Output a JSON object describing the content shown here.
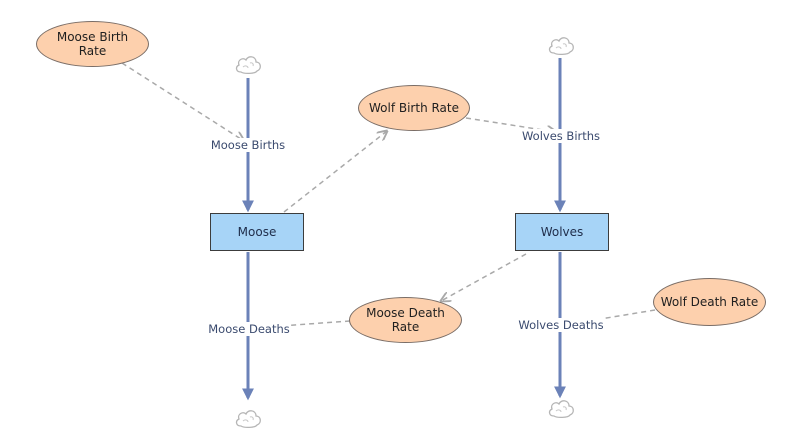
{
  "colors": {
    "flow": "#6b82b8",
    "link": "#a9a9a9",
    "stock_fill": "#a7d4f7",
    "aux_fill": "#fdd0ad"
  },
  "stocks": {
    "moose": {
      "label": "Moose"
    },
    "wolves": {
      "label": "Wolves"
    }
  },
  "flows": {
    "moose_births": {
      "label": "Moose Births"
    },
    "moose_deaths": {
      "label": "Moose Deaths"
    },
    "wolves_births": {
      "label": "Wolves Births"
    },
    "wolves_deaths": {
      "label": "Wolves Deaths"
    }
  },
  "variables": {
    "moose_birth_rate": {
      "label": "Moose Birth Rate"
    },
    "wolf_birth_rate": {
      "label": "Wolf Birth Rate"
    },
    "moose_death_rate": {
      "label": "Moose Death Rate"
    },
    "wolf_death_rate": {
      "label": "Wolf Death Rate"
    }
  },
  "icons": {
    "source_sink": "cloud-icon"
  }
}
